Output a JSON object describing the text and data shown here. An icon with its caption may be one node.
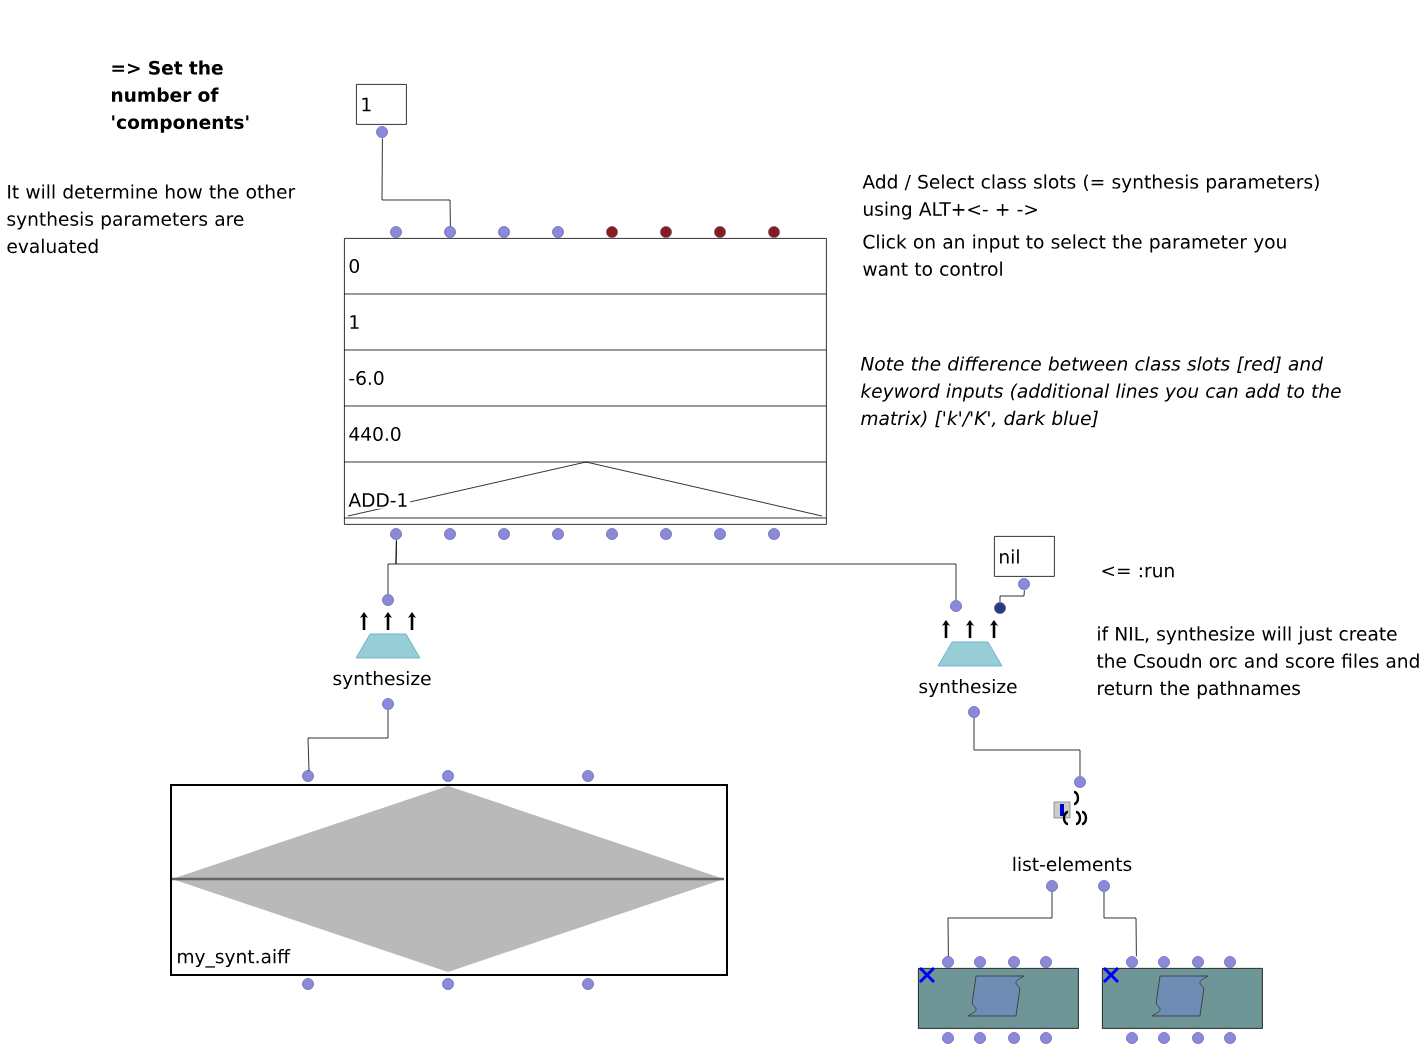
{
  "diagram": {
    "nodes": [
      {
        "text": [
          "1"
        ]
      },
      {
        "text": [
          "0",
          "1",
          "-6.0",
          "440.0",
          "ADD-1"
        ]
      },
      {
        "text": [
          "synthesize"
        ]
      },
      {
        "text": [
          "nil"
        ]
      },
      {
        "text": [
          "synthesize"
        ]
      },
      {
        "text": [
          "my_synt.aiff"
        ]
      },
      {
        "text": [
          "list-elements"
        ]
      },
      {
        "text": [],
        "shape": "box"
      },
      {
        "text": [],
        "shape": "box"
      }
    ],
    "edges": [
      {
        "from": 0,
        "to": 1,
        "arrow": "none"
      },
      {
        "from": 1,
        "to": 2,
        "arrow": "none"
      },
      {
        "from": 1,
        "to": 4,
        "arrow": "none"
      },
      {
        "from": 3,
        "to": 4,
        "arrow": "none"
      },
      {
        "from": 2,
        "to": 5,
        "arrow": "none"
      },
      {
        "from": 4,
        "to": 6,
        "arrow": "none"
      },
      {
        "from": 6,
        "to": 7,
        "arrow": "none"
      },
      {
        "from": 6,
        "to": 8,
        "arrow": "none"
      }
    ],
    "labels": [
      "=> Set the number of 'components'",
      "It will determine how the other synthesis parameters are evaluated",
      "Add / Select class slots (= synthesis parameters) using ALT+<- + ->",
      "Click on an input to select the parameter you want to control",
      "Note the difference between class slots [red] and keyword inputs (additional lines you can add to the matrix) ['k'/'K', dark blue]",
      "<= :run",
      "if NIL, synthesize will just create the Csoudn orc and score files and return the pathnames"
    ]
  }
}
